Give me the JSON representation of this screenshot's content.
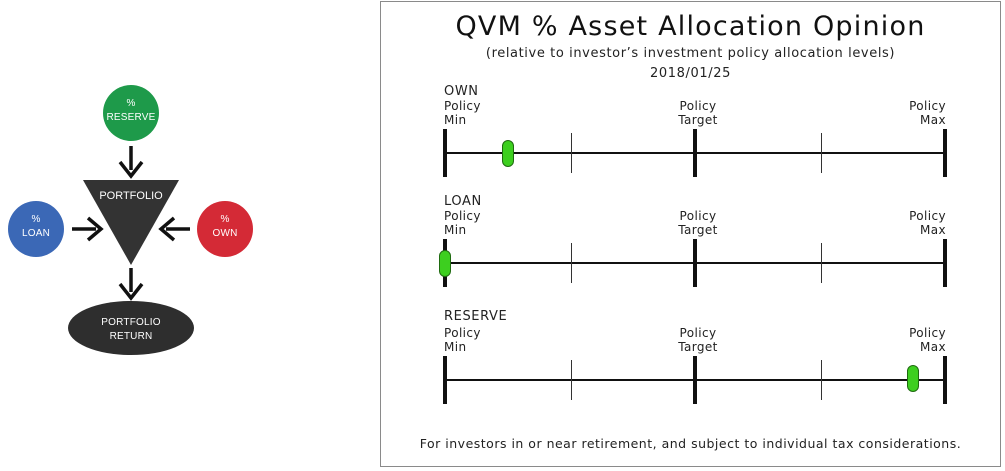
{
  "diagram": {
    "reserve": {
      "line1": "%",
      "line2": "RESERVE",
      "color": "#1e9a4a"
    },
    "loan": {
      "line1": "%",
      "line2": "LOAN",
      "color": "#3b68b6"
    },
    "own": {
      "line1": "%",
      "line2": "OWN",
      "color": "#d42a36"
    },
    "portfolio": {
      "label": "PORTFOLIO",
      "color": "#333333"
    },
    "portfolio_return": {
      "line1": "PORTFOLIO",
      "line2": "RETURN",
      "color": "#2e2e2e"
    }
  },
  "panel": {
    "title": "QVM % Asset Allocation Opinion",
    "subtitle": "(relative to investor’s investment policy allocation levels)",
    "date": "2018/01/25",
    "footer": "For investors in or near retirement, and subject to individual tax considerations.",
    "marker_color": "#3dcf1f",
    "tracks": [
      {
        "name": "OWN",
        "min_label_1": "Policy",
        "min_label_2": "Min",
        "target_label_1": "Policy",
        "target_label_2": "Target",
        "max_label_1": "Policy",
        "max_label_2": "Max",
        "opinion_fraction": 0.125
      },
      {
        "name": "LOAN",
        "min_label_1": "Policy",
        "min_label_2": "Min",
        "target_label_1": "Policy",
        "target_label_2": "Target",
        "max_label_1": "Policy",
        "max_label_2": "Max",
        "opinion_fraction": 0.0
      },
      {
        "name": "RESERVE",
        "min_label_1": "Policy",
        "min_label_2": "Min",
        "target_label_1": "Policy",
        "target_label_2": "Target",
        "max_label_1": "Policy",
        "max_label_2": "Max",
        "opinion_fraction": 0.935
      }
    ]
  }
}
